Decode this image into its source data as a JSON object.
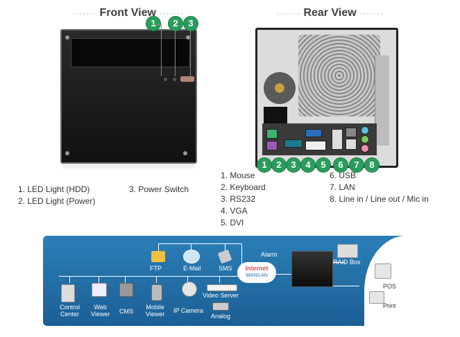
{
  "front": {
    "title": "Front View",
    "dots": "·······",
    "callouts": [
      "1",
      "2",
      "3"
    ],
    "legend": [
      "1. LED Light (HDD)",
      "2. LED Light (Power)",
      "3. Power Switch"
    ]
  },
  "rear": {
    "title": "Rear View",
    "dots": "·······",
    "callouts": [
      "1",
      "2",
      "3",
      "4",
      "5",
      "6",
      "7",
      "8"
    ],
    "legend": [
      "1. Mouse",
      "2. Keyboard",
      "3. RS232",
      "4. VGA",
      "5. DVI",
      "6. USB",
      "7. LAN",
      "8. Line in / Line out / Mic in"
    ]
  },
  "diagram": {
    "labels": {
      "ftp": "FTP",
      "email": "E-Mail",
      "sms": "SMS",
      "alarm": "Alarm",
      "internet": "Internet",
      "wanlan": "WAN/LAN",
      "raid": "RAID Box",
      "pos": "POS",
      "print": "Print",
      "control_center_1": "Control",
      "control_center_2": "Center",
      "web_viewer_1": "Web",
      "web_viewer_2": "Viewer",
      "cms": "CMS",
      "mobile_viewer_1": "Mobile",
      "mobile_viewer_2": "Viewer",
      "ip_camera": "IP Camera",
      "video_server": "Video Server",
      "analog": "Analog"
    },
    "colors": {
      "background": "#1b6fa8",
      "callout": "#2a9d5c"
    }
  }
}
